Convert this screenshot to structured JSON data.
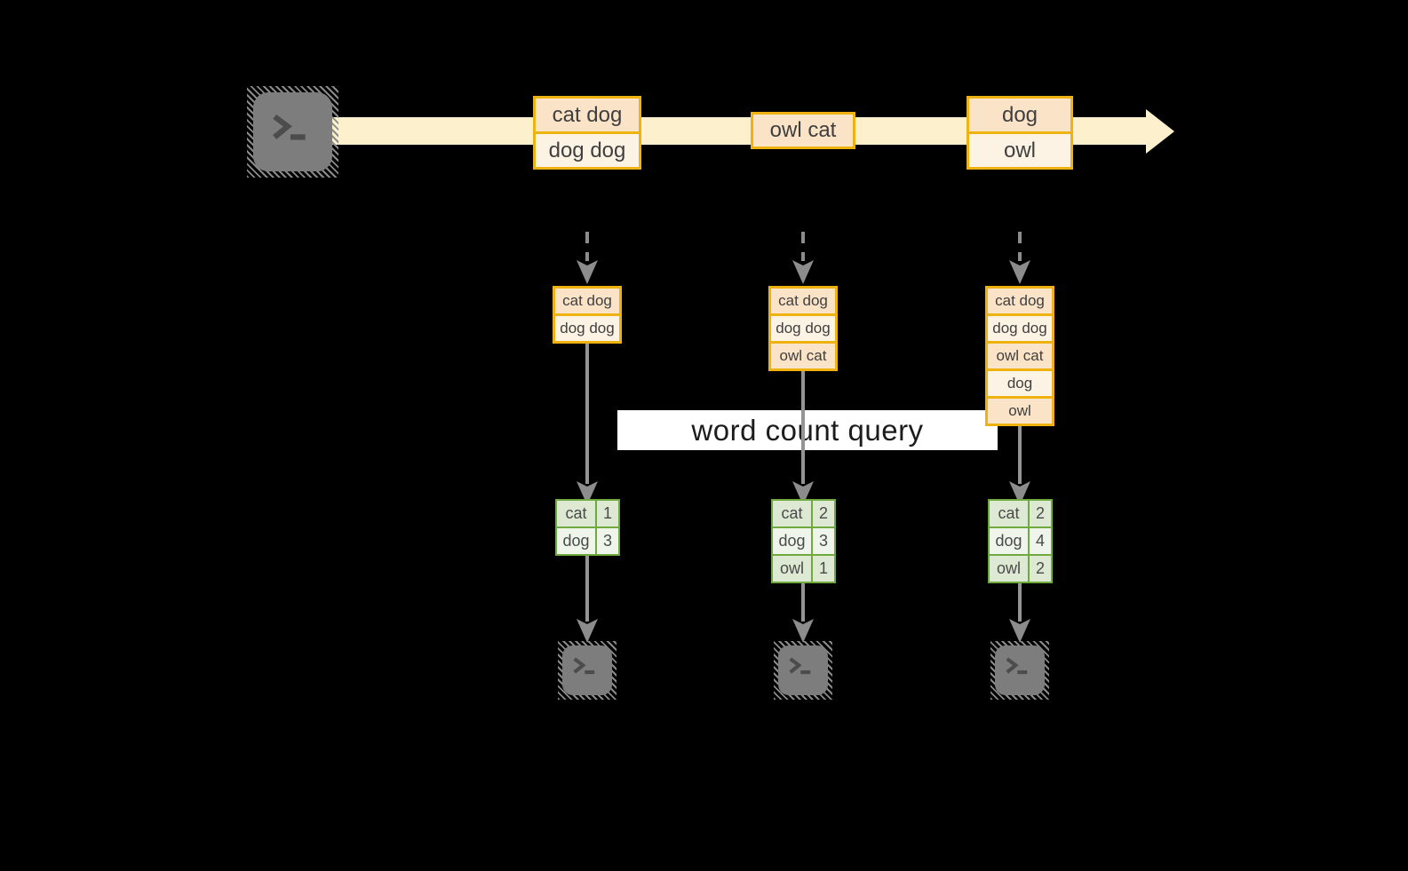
{
  "diagram": {
    "query_label": "word count query",
    "stream_events": [
      {
        "lines": [
          "cat dog",
          "dog dog"
        ]
      },
      {
        "lines": [
          "owl cat"
        ]
      },
      {
        "lines": [
          "dog",
          "owl"
        ]
      }
    ],
    "buffers": [
      {
        "lines": [
          "cat dog",
          "dog dog"
        ]
      },
      {
        "lines": [
          "cat dog",
          "dog dog",
          "owl cat"
        ]
      },
      {
        "lines": [
          "cat dog",
          "dog dog",
          "owl cat",
          "dog",
          "owl"
        ]
      }
    ],
    "count_tables": [
      {
        "rows": [
          {
            "word": "cat",
            "count": "1"
          },
          {
            "word": "dog",
            "count": "3"
          }
        ]
      },
      {
        "rows": [
          {
            "word": "cat",
            "count": "2"
          },
          {
            "word": "dog",
            "count": "3"
          },
          {
            "word": "owl",
            "count": "1"
          }
        ]
      },
      {
        "rows": [
          {
            "word": "cat",
            "count": "2"
          },
          {
            "word": "dog",
            "count": "4"
          },
          {
            "word": "owl",
            "count": "2"
          }
        ]
      }
    ],
    "icons": {
      "source": "terminal-icon",
      "sinks": [
        "terminal-icon",
        "terminal-icon",
        "terminal-icon"
      ],
      "stream_arrow": "right-arrow-band",
      "flow_arrow": "down-arrow"
    },
    "colors": {
      "background": "#000000",
      "stream_band": "#fcf0cd",
      "box_border": "#eeb211",
      "cell_peach": "#fbe3c8",
      "cell_cream": "#fdf3e4",
      "table_border": "#6faa3e",
      "table_cell_dark": "#dde9d2",
      "table_cell_light": "#eff5eb",
      "arrow_gray": "#8c8c8c",
      "terminal_gray": "#7d7d7d",
      "label_bg": "#ffffff",
      "text": "#3f3f3f"
    }
  }
}
